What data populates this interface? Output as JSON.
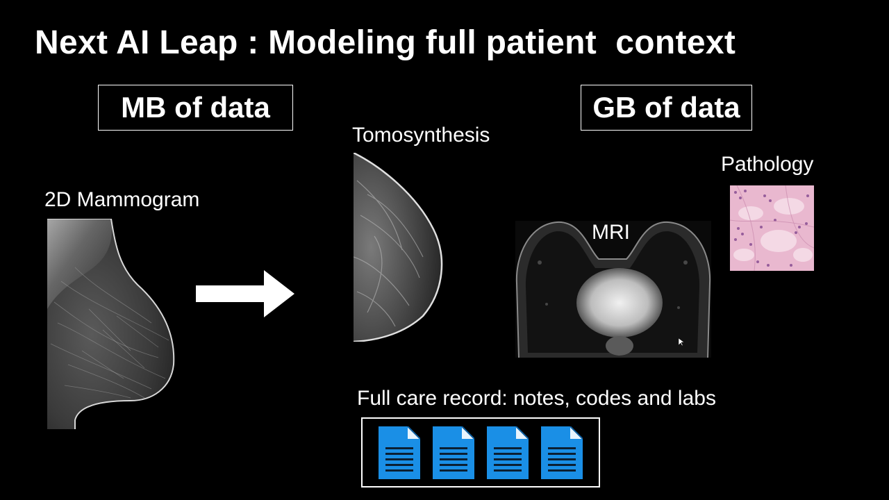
{
  "slide": {
    "title": "Next AI Leap : Modeling full patient  context",
    "mb_label": "MB of data",
    "gb_label": "GB of data",
    "mammogram_label": "2D Mammogram",
    "tomo_label": "Tomosynthesis",
    "mri_label": "MRI",
    "pathology_label": "Pathology",
    "care_record_label": "Full care record: notes, codes and labs"
  },
  "colors": {
    "background": "#000000",
    "text": "#ffffff",
    "doc_icon": "#1a8fe6"
  },
  "icons": [
    "document-icon",
    "document-icon",
    "document-icon",
    "document-icon"
  ]
}
